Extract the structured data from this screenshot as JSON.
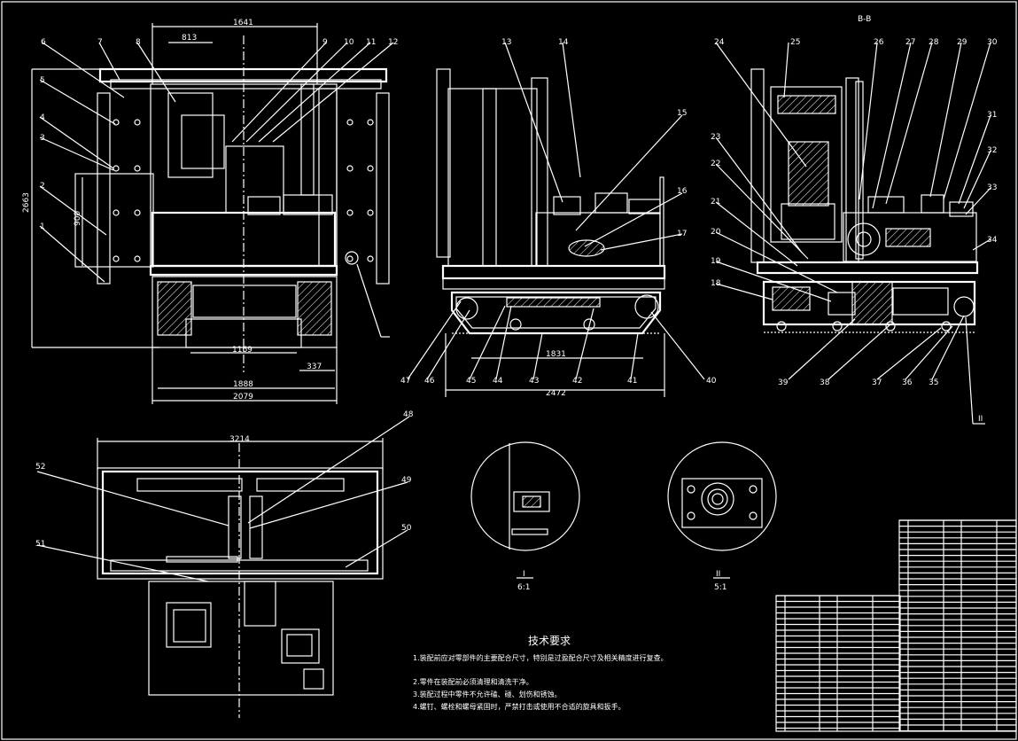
{
  "dimensions": {
    "front_top": "1641",
    "front_813": "813",
    "front_height": "2663",
    "front_900": "900",
    "front_1169": "1169",
    "front_337": "337",
    "front_1888": "1888",
    "front_2079": "2079",
    "side_1831": "1831",
    "side_2472": "2472",
    "top_3214": "3214"
  },
  "view_label_b": "B-B",
  "callouts": [
    "1",
    "2",
    "3",
    "4",
    "5",
    "6",
    "7",
    "8",
    "9",
    "10",
    "11",
    "12",
    "13",
    "14",
    "15",
    "16",
    "17",
    "18",
    "19",
    "20",
    "21",
    "22",
    "23",
    "24",
    "25",
    "26",
    "27",
    "28",
    "29",
    "30",
    "31",
    "32",
    "33",
    "34",
    "35",
    "36",
    "37",
    "38",
    "39",
    "40",
    "41",
    "42",
    "43",
    "44",
    "45",
    "46",
    "47",
    "48",
    "49",
    "50",
    "51",
    "52"
  ],
  "detail_I": {
    "label": "I",
    "scale": "6:1"
  },
  "detail_II": {
    "label": "II",
    "scale": "5:1"
  },
  "section_marker": "II",
  "tech_title": "技术要求",
  "tech_notes": [
    "1.装配前应对零部件的主要配合尺寸，特别是过盈配合尺寸及相关精度进行复查。",
    "2.零件在装配前必须清理和清洗干净。",
    "3.装配过程中零件不允许磕、碰、划伤和锈蚀。",
    "4.螺钉、螺栓和螺母紧固时，严禁打击或使用不合适的旋具和扳手。"
  ]
}
